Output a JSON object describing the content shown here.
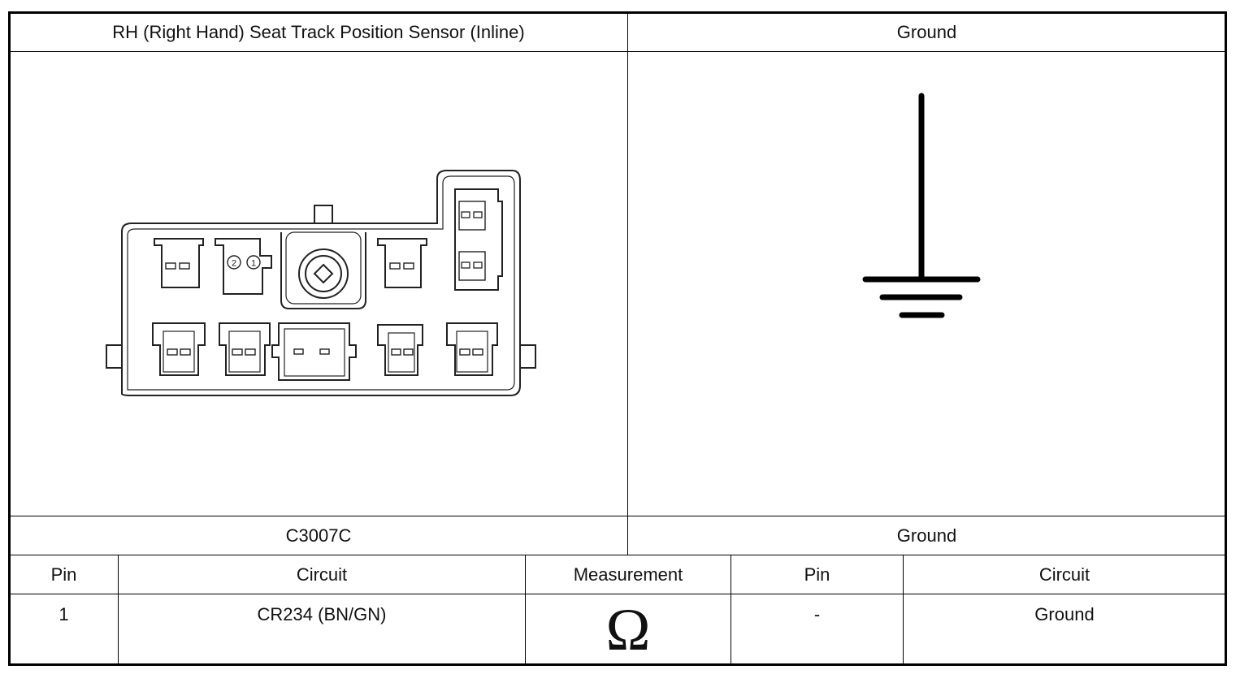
{
  "header": {
    "left_title": "RH (Right Hand) Seat Track Position Sensor (Inline)",
    "right_title": "Ground"
  },
  "connector": {
    "pin_numbers": [
      "2",
      "1"
    ],
    "id": "C3007C"
  },
  "ground_label": "Ground",
  "table": {
    "headers": [
      "Pin",
      "Circuit",
      "Measurement",
      "Pin",
      "Circuit"
    ],
    "rows": [
      {
        "pin": "1",
        "circuit": "CR234 (BN/GN)",
        "measurement_symbol": "Ω",
        "pin2": "-",
        "circuit2": "Ground"
      }
    ]
  },
  "icons": {
    "ground": "ground-symbol-icon",
    "measurement": "ohm-icon"
  }
}
